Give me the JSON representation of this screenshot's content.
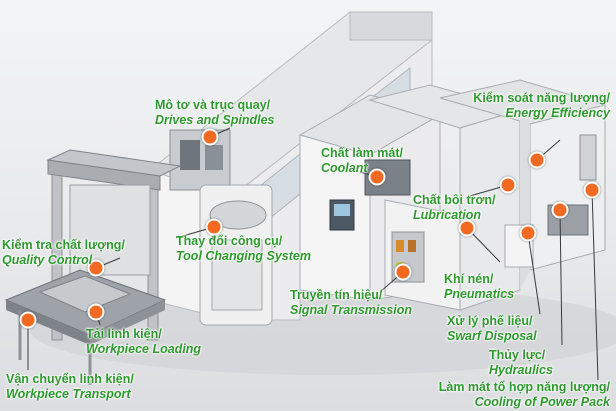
{
  "colors": {
    "label_text": "#2e9a2e",
    "marker": "#f26a21",
    "leader_line": "#3a3a3a"
  },
  "labels": [
    {
      "id": "drives",
      "vi": "Mô tơ và trục quay/",
      "en": "Drives and Spindles"
    },
    {
      "id": "coolant",
      "vi": "Chất làm mát/",
      "en": "Coolant"
    },
    {
      "id": "energy",
      "vi": "Kiểm soát năng lượng/",
      "en": "Energy Efficiency"
    },
    {
      "id": "lubrication",
      "vi": "Chất bôi trơn/",
      "en": "Lubrication"
    },
    {
      "id": "quality",
      "vi": "Kiểm tra chất lượng/",
      "en": "Quality Control"
    },
    {
      "id": "tool",
      "vi": "Thay đổi  công cụ/",
      "en": "Tool Changing System"
    },
    {
      "id": "pneumatics",
      "vi": "Khí nén/",
      "en": "Pneumatics"
    },
    {
      "id": "signal",
      "vi": "Truyền tín hiệu/",
      "en": "Signal Transmission"
    },
    {
      "id": "swarf",
      "vi": "Xử lý phế liệu/",
      "en": "Swarf Disposal"
    },
    {
      "id": "loading",
      "vi": "Tải linh kiện/",
      "en": "Workpiece Loading"
    },
    {
      "id": "hydraulics",
      "vi": "Thủy lực/",
      "en": "Hydraulics"
    },
    {
      "id": "transport",
      "vi": "Vận chuyển linh kiện/",
      "en": "Workpiece Transport"
    },
    {
      "id": "powerpack",
      "vi": "Làm mát tổ hợp năng lượng/",
      "en": "Cooling of Power Pack"
    }
  ]
}
